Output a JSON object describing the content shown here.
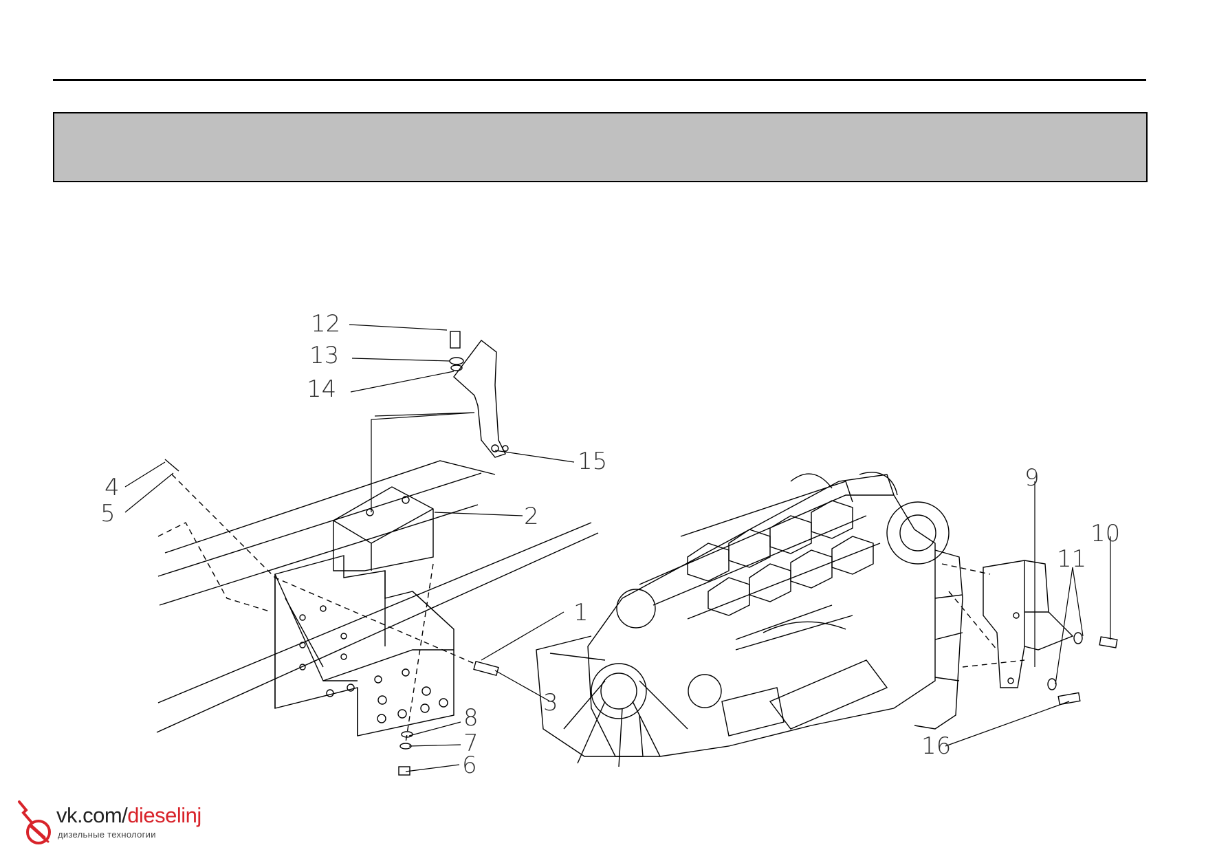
{
  "header": {
    "title": ""
  },
  "callouts": [
    "1",
    "2",
    "3",
    "4",
    "5",
    "6",
    "7",
    "8",
    "9",
    "10",
    "11",
    "12",
    "13",
    "14",
    "15",
    "16"
  ],
  "logo": {
    "url_prefix": "vk.com/",
    "url_accent": "dieselinj",
    "tagline": "дизельные технологии"
  },
  "colors": {
    "title_bar": "#c0c0c0",
    "line": "#000000",
    "logo_accent": "#d8232a"
  }
}
